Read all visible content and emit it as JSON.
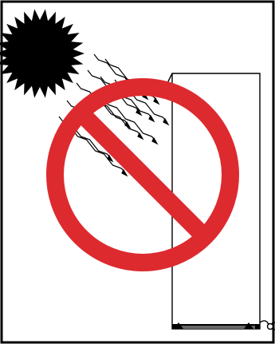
{
  "diagram": {
    "elements": [
      {
        "kind": "sun",
        "icon": "sun-icon"
      },
      {
        "kind": "heat-rays",
        "icon": "heat-rays-icon",
        "count": 12
      },
      {
        "kind": "appliance",
        "icon": "appliance-cabinet-icon"
      },
      {
        "kind": "power-plug",
        "icon": "plug-icon"
      },
      {
        "kind": "prohibition",
        "icon": "prohibition-icon"
      }
    ],
    "colors": {
      "frame": "#000000",
      "sun": "#000000",
      "rays": "#000000",
      "appliance_outline": "#000000",
      "prohibition": "#dd2a2f",
      "background": "#ffffff"
    }
  }
}
